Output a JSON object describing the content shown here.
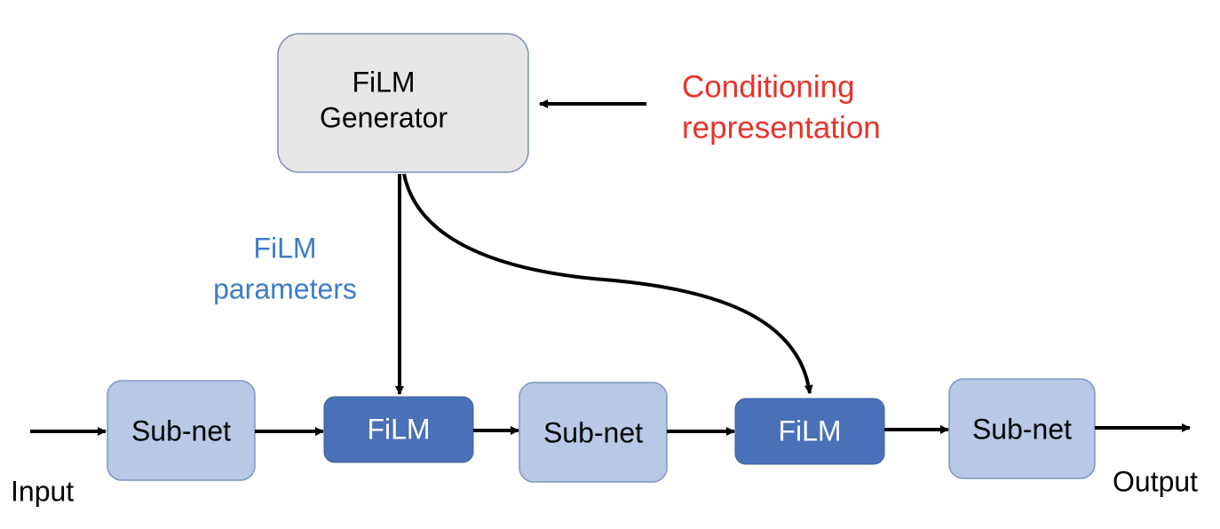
{
  "generator": {
    "line1": "FiLM",
    "line2": "Generator",
    "fill": "#e6e6e6",
    "stroke": "#7a8db3"
  },
  "conditioning": {
    "line1": "Conditioning",
    "line2": "representation",
    "color": "#e8322b"
  },
  "film_parameters": {
    "line1": "FiLM",
    "line2": "parameters",
    "color": "#3d7cc9"
  },
  "subnet_label": "Sub-net",
  "film_label": "FiLM",
  "input_label": "Input",
  "output_label": "Output",
  "colors": {
    "subnet_fill": "#b8c8e6",
    "subnet_stroke": "#7f96c4",
    "film_fill": "#4a70b8",
    "film_text": "#ffffff",
    "arrow": "#000000"
  }
}
